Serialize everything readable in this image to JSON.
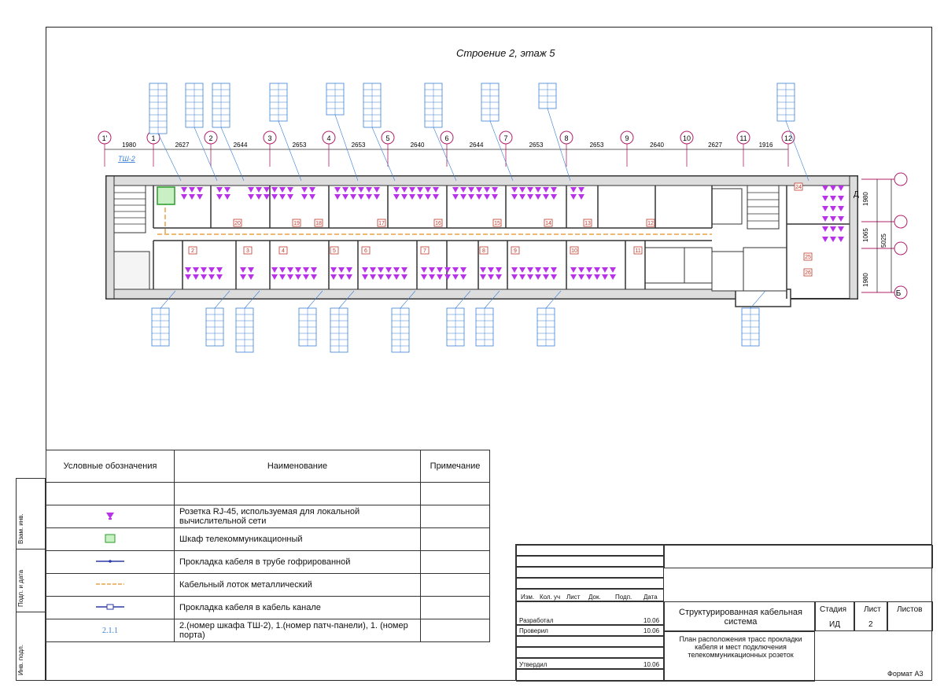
{
  "drawing": {
    "title": "Строение 2, этаж 5",
    "axes_numbers": [
      "1'",
      "1",
      "2",
      "3",
      "4",
      "5",
      "6",
      "7",
      "8",
      "9",
      "10",
      "11",
      "12"
    ],
    "axes_letters": [
      "Д",
      "Б"
    ],
    "dimensions_top": [
      "1980",
      "2627",
      "2644",
      "2653",
      "2653",
      "2640",
      "2644",
      "2653",
      "2653",
      "2640",
      "2627",
      "1916"
    ],
    "dimensions_right": [
      "1980",
      "1065",
      "5025",
      "1980"
    ],
    "cabinet_label": "ТШ-2",
    "room_numbers_top": [
      "20",
      "19",
      "18",
      "17",
      "16",
      "15",
      "14",
      "13",
      "12"
    ],
    "room_numbers_bottom": [
      "2",
      "3",
      "4",
      "5",
      "6",
      "7",
      "8",
      "9",
      "10",
      "11"
    ],
    "room_numbers_east": [
      "24",
      "25",
      "26"
    ]
  },
  "legend": {
    "headers": {
      "symbol": "Условные обозначения",
      "name": "Наименование",
      "note": "Примечание"
    },
    "rows": [
      {
        "icon": "rj45-socket-icon",
        "name": "Розетка RJ-45, используемая для локальной вычислительной сети"
      },
      {
        "icon": "telecom-cabinet-icon",
        "name": "Шкаф телекоммуникационный"
      },
      {
        "icon": "corrugated-pipe-line-icon",
        "name": "Прокладка кабеля в трубе гофрированной"
      },
      {
        "icon": "metal-tray-line-icon",
        "name": "Кабельный лоток металлический"
      },
      {
        "icon": "cable-channel-line-icon",
        "name": "Прокладка кабеля в кабель канале"
      },
      {
        "icon_text": "2.1.1",
        "name": "2.(номер шкафа ТШ-2), 1.(номер патч-панели), 1. (номер порта)"
      }
    ]
  },
  "side_strip": [
    "Взам. инв.",
    "Подп. и дата",
    "Инв. подл."
  ],
  "stamp": {
    "columns": [
      "Изм.",
      "Кол. уч",
      "Лист",
      "Док.",
      "Подп.",
      "Дата"
    ],
    "roles": [
      {
        "role": "Разработал",
        "date": "10.06"
      },
      {
        "role": "Проверил",
        "date": "10.06"
      },
      {
        "role": "",
        "date": ""
      },
      {
        "role": "Утвердил",
        "date": "10.06"
      }
    ],
    "project": "Структурированная кабельная система",
    "sheet_title": "План расположения трасс прокладки кабеля и мест подключения телекоммуникационных розеток",
    "stage_label": "Стадия",
    "sheet_label": "Лист",
    "sheets_label": "Листов",
    "stage": "ИД",
    "sheet": "2",
    "format": "Формат А3"
  },
  "colors": {
    "socket": "#b833e8",
    "tag": "#3a7fd5",
    "tray": "#e8a24a",
    "axis": "#b0216b"
  }
}
